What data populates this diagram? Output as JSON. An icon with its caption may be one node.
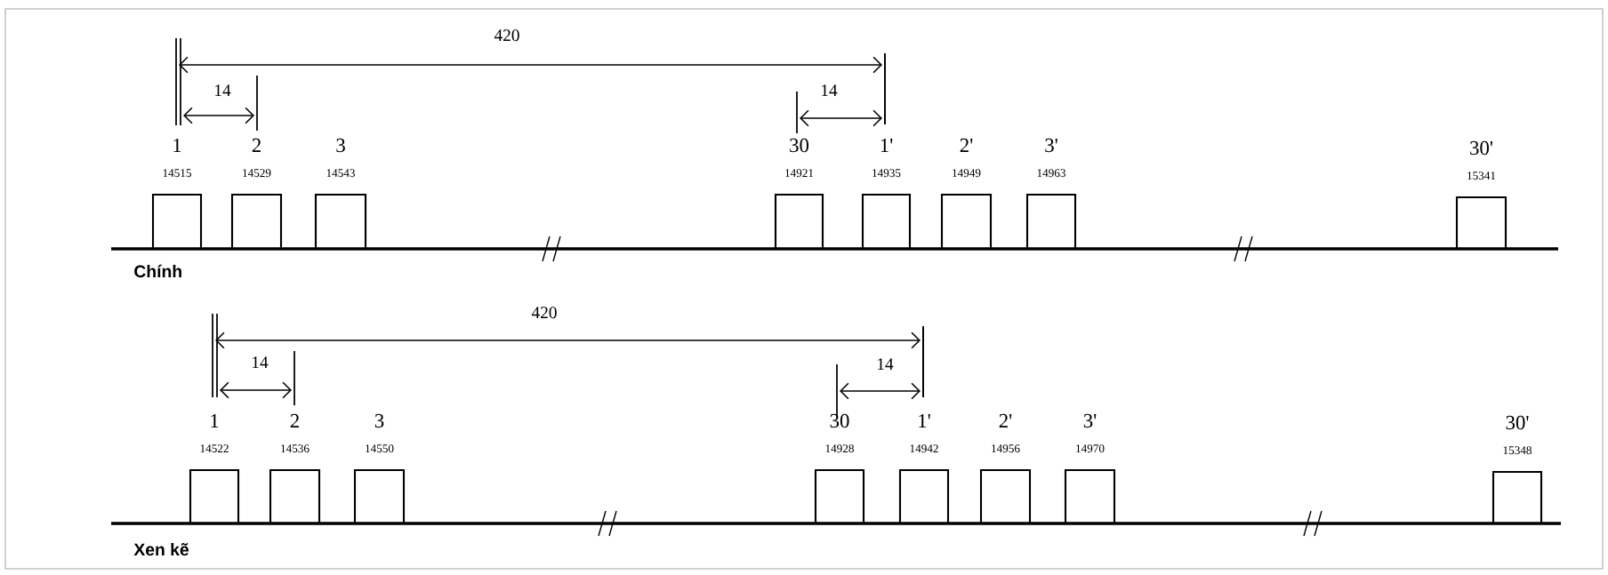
{
  "diagram": {
    "nodes": [
      {
        "text": [
          "1",
          "14515"
        ]
      },
      {
        "text": [
          "2",
          "14529"
        ]
      },
      {
        "text": [
          "3",
          "14543"
        ]
      },
      {
        "text": [
          "30",
          "14921"
        ]
      },
      {
        "text": [
          "1'",
          "14935"
        ]
      },
      {
        "text": [
          "2'",
          "14949"
        ]
      },
      {
        "text": [
          "3'",
          "14963"
        ]
      },
      {
        "text": [
          "30'",
          "15341"
        ]
      },
      {
        "text": [
          "1",
          "14522"
        ]
      },
      {
        "text": [
          "2",
          "14536"
        ]
      },
      {
        "text": [
          "3",
          "14550"
        ]
      },
      {
        "text": [
          "30",
          "14928"
        ]
      },
      {
        "text": [
          "1'",
          "14942"
        ]
      },
      {
        "text": [
          "2'",
          "14956"
        ]
      },
      {
        "text": [
          "3'",
          "14970"
        ]
      },
      {
        "text": [
          "30'",
          "15348"
        ]
      }
    ],
    "labels": [
      "420",
      "14",
      "14",
      "Chính",
      "420",
      "14",
      "14",
      "Xen kẽ"
    ]
  }
}
